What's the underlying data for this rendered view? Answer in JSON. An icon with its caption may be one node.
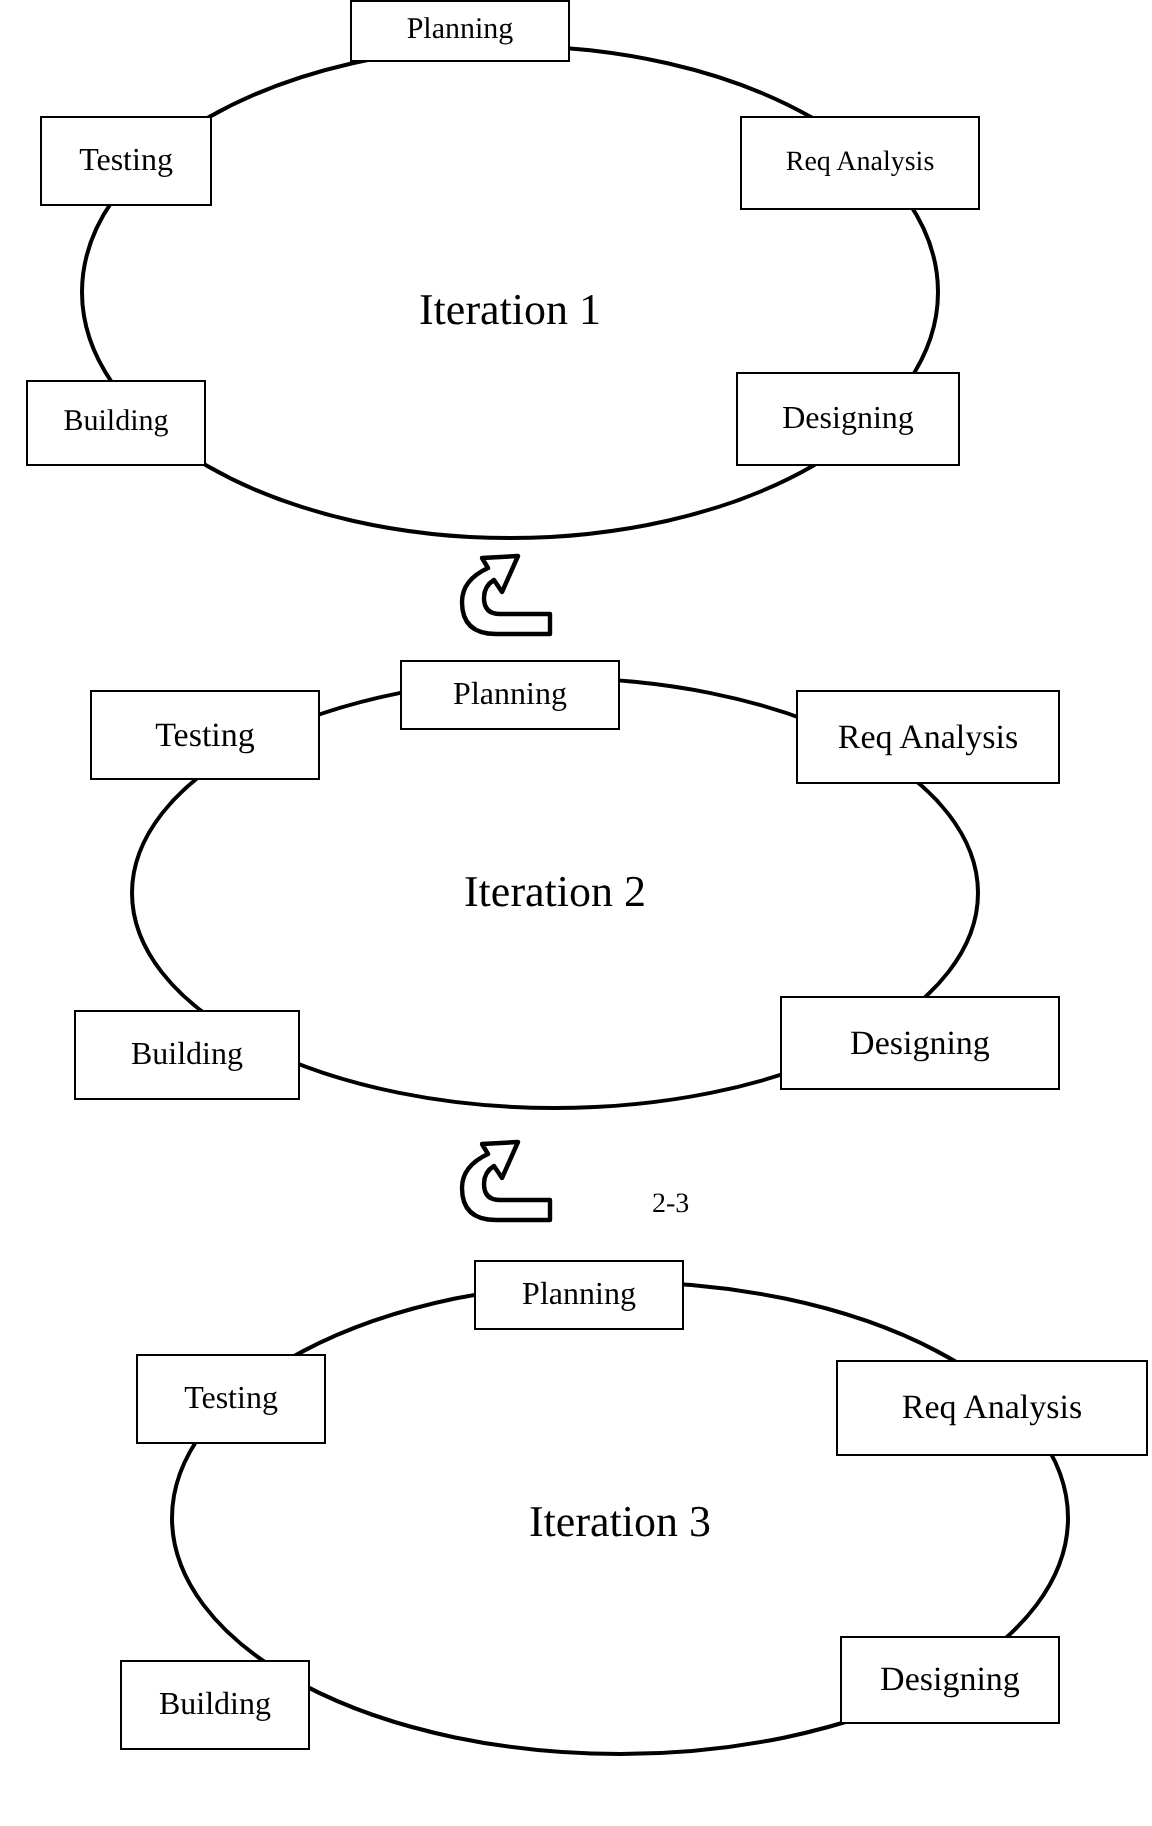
{
  "diagram": {
    "nodes": [
      {
        "text": [
          "Iteration 1"
        ]
      },
      {
        "text": [
          "Planning"
        ]
      },
      {
        "text": [
          "Req Analysis"
        ]
      },
      {
        "text": [
          "Designing"
        ]
      },
      {
        "text": [
          "Building"
        ]
      },
      {
        "text": [
          "Testing"
        ]
      },
      {
        "text": [
          "Iteration 2"
        ]
      },
      {
        "text": [
          "Planning"
        ]
      },
      {
        "text": [
          "Req Analysis"
        ]
      },
      {
        "text": [
          "Designing"
        ]
      },
      {
        "text": [
          "Building"
        ]
      },
      {
        "text": [
          "Testing"
        ]
      },
      {
        "text": [
          "Iteration 3"
        ]
      },
      {
        "text": [
          "Planning"
        ]
      },
      {
        "text": [
          "Req Analysis"
        ]
      },
      {
        "text": [
          "Designing"
        ]
      },
      {
        "text": [
          "Building"
        ]
      },
      {
        "text": [
          "Testing"
        ]
      }
    ],
    "edges": [],
    "labels": [
      "2-3"
    ]
  }
}
